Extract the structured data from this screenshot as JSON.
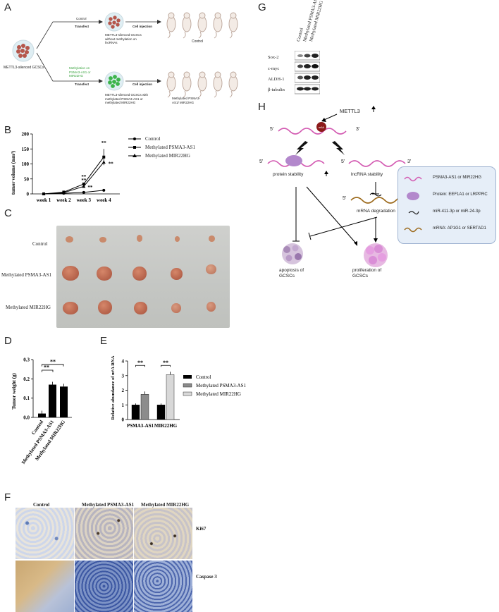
{
  "panels": {
    "A": "A",
    "B": "B",
    "C": "C",
    "D": "D",
    "E": "E",
    "F": "F",
    "G": "G",
    "H": "H"
  },
  "panelA": {
    "source_label": "METTL3-silenced GCSCs",
    "branch_top_label": "Control",
    "branch_top_action": "Transfect",
    "branch_bottom_label": "Methylation on PSMA3-AS1 or MIR22HG",
    "branch_bottom_action": "Transfect",
    "injection_top": "Cell injection",
    "injection_bottom": "Cell injection",
    "top_cells_caption": "METTL3-silenced GCSCs without methylation on lncRNAs",
    "bottom_cells_caption": "METTL3-silenced GCSCs with methylated PSMA3-AS1 or methylated MIR22HG",
    "top_mice_caption": "Control",
    "bottom_mice_caption": "Methylated PSMA3-AS1/ MIR22HG",
    "colors": {
      "cell_red": "#b5564b",
      "cell_green": "#3cb44b",
      "green_text": "#3aa43f"
    }
  },
  "chart_data": [
    {
      "id": "B",
      "type": "line",
      "categories": [
        "week 1",
        "week 2",
        "week 3",
        "week 4"
      ],
      "ylabel": "tumor volume (mm³)",
      "ylim": [
        0,
        200
      ],
      "yticks": [
        "0",
        "50",
        "100",
        "150",
        "200"
      ],
      "series": [
        {
          "name": "Control",
          "values": [
            0,
            2,
            5,
            12
          ]
        },
        {
          "name": "Methylated PSMA3-AS1",
          "values": [
            0,
            6,
            33,
            123
          ]
        },
        {
          "name": "Methylated MIR22HG",
          "values": [
            0,
            4,
            25,
            106
          ]
        }
      ],
      "annotations": [
        "**",
        "**",
        "**",
        "**",
        "**"
      ]
    },
    {
      "id": "D",
      "type": "bar",
      "categories": [
        "Control",
        "Methylated PSMA3-AS1",
        "Methylated MIR22HG"
      ],
      "values": [
        0.02,
        0.17,
        0.16
      ],
      "ylabel": "Tumor weight (g)",
      "ylim": [
        0,
        0.3
      ],
      "yticks": [
        "0.0",
        "0.1",
        "0.2",
        "0.3"
      ],
      "annotations": [
        "**",
        "**"
      ]
    },
    {
      "id": "E",
      "type": "bar",
      "categories": [
        "PSMA3-AS1",
        "MIR22HG"
      ],
      "ylabel": "Relative abundance of m⁶A RNA",
      "ylim": [
        0,
        4
      ],
      "yticks": [
        "0",
        "1",
        "2",
        "3",
        "4"
      ],
      "series": [
        {
          "name": "Control",
          "values": [
            1.0,
            1.0
          ]
        },
        {
          "name": "Methylated PSMA3-AS1",
          "values": [
            1.72,
            null
          ]
        },
        {
          "name": "Methylated MIR22HG",
          "values": [
            null,
            3.07
          ]
        }
      ],
      "annotations": [
        "**",
        "**"
      ]
    }
  ],
  "panelC": {
    "rows": [
      "Control",
      "Methylated PSMA3-AS1",
      "Methylated MIR22HG"
    ]
  },
  "panelF": {
    "columns": [
      "Control",
      "Methylated PSMA3-AS1",
      "Methylated MIR22HG"
    ],
    "rows": [
      "Ki67",
      "Caspase 3"
    ]
  },
  "panelG": {
    "columns": [
      "Control",
      "Methylated PSMA3-AS1",
      "Methylated MIR22HG"
    ],
    "rows": [
      "Sox-2",
      "c-myc",
      "ALDH-1",
      "β-tubulin"
    ]
  },
  "panelH": {
    "mettl3": "METTL3",
    "m6a": "m6A",
    "five": "5'",
    "three": "3'",
    "protein_stability": "protein stability",
    "lncrna_stability": "lncRNA stability",
    "mrna_degradation": "mRNA degradation",
    "apoptosis": "apoptosis of GCSCs",
    "proliferation": "proliferation of GCSCs",
    "legend": [
      {
        "icon": "pink-wave-icon",
        "label": "PSMA3-AS1 or MIR22HG"
      },
      {
        "icon": "protein-blob-icon",
        "label": "Protein: EEF1A1 or LRPPRC"
      },
      {
        "icon": "mirna-squiggle-icon",
        "label": "miR-411-3p or miR-24-3p"
      },
      {
        "icon": "brown-wave-icon",
        "label": "mRNA: AP1G1 or SERTAD1"
      }
    ]
  }
}
